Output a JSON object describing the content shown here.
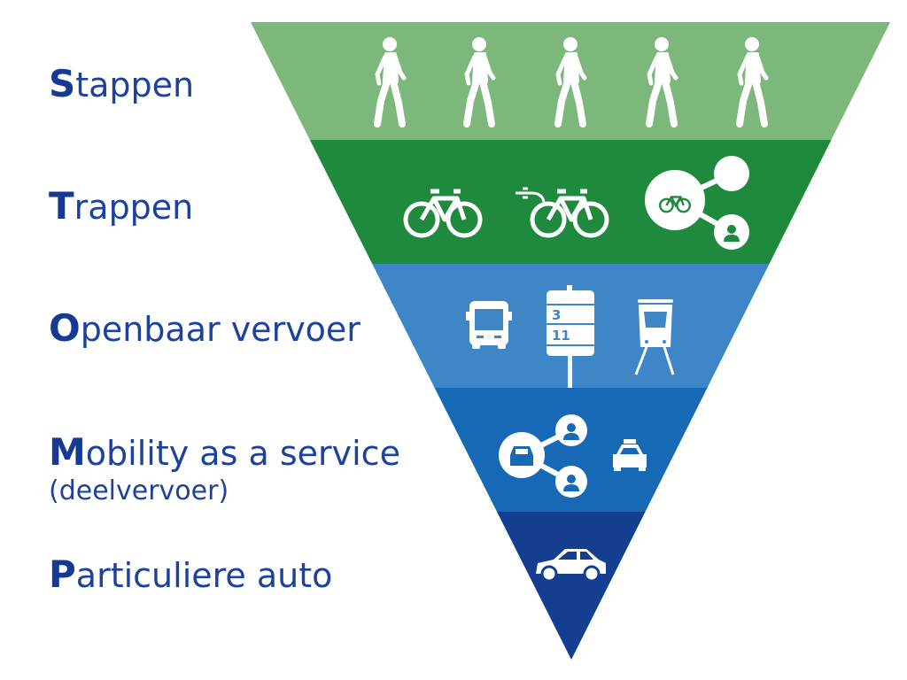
{
  "levels": [
    {
      "initial": "S",
      "rest": "tappen",
      "color": "#7cb77c",
      "icons": [
        "walking-person-icon",
        "walking-person-icon",
        "walking-person-icon",
        "walking-person-icon",
        "walking-person-icon"
      ]
    },
    {
      "initial": "T",
      "rest": "rappen",
      "color": "#1f8a3e",
      "icons": [
        "bicycle-icon",
        "e-bike-icon",
        "shared-bike-icon"
      ]
    },
    {
      "initial": "O",
      "rest": "penbaar vervoer",
      "color": "#3f86c6",
      "icons": [
        "bus-icon",
        "bus-stop-icon",
        "tram-icon"
      ],
      "stop_numbers": [
        "3",
        "11"
      ]
    },
    {
      "initial": "M",
      "rest": "obility as a service",
      "subtitle": "(deelvervoer)",
      "color": "#1769b5",
      "icons": [
        "shared-car-icon",
        "taxi-icon"
      ]
    },
    {
      "initial": "P",
      "rest": "articuliere auto",
      "color": "#143f91",
      "icons": [
        "car-icon"
      ]
    }
  ],
  "text_color": "#1d429b"
}
